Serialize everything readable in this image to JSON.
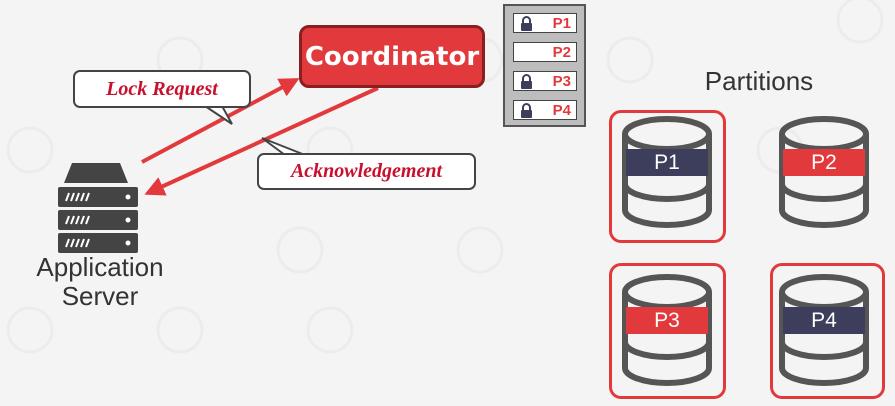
{
  "coordinator": {
    "label": "Coordinator"
  },
  "lock_table": {
    "rows": [
      {
        "partition": "P1",
        "locked": true
      },
      {
        "partition": "P2",
        "locked": false
      },
      {
        "partition": "P3",
        "locked": true
      },
      {
        "partition": "P4",
        "locked": true
      }
    ]
  },
  "messages": {
    "request": "Lock Request",
    "acknowledgement": "Acknowledgement"
  },
  "app_server": {
    "line1": "Application",
    "line2": "Server"
  },
  "partitions": {
    "title": "Partitions",
    "items": [
      {
        "label": "P1",
        "color": "#3d3d5c",
        "selected": true
      },
      {
        "label": "P2",
        "color": "#e23a3c",
        "selected": false
      },
      {
        "label": "P3",
        "color": "#e23a3c",
        "selected": true
      },
      {
        "label": "P4",
        "color": "#3d3d5c",
        "selected": true
      }
    ]
  },
  "colors": {
    "accent_red": "#e23a3c",
    "label_red": "#c8102e",
    "dark_navy": "#3d3d5c",
    "db_gray": "#555555"
  }
}
